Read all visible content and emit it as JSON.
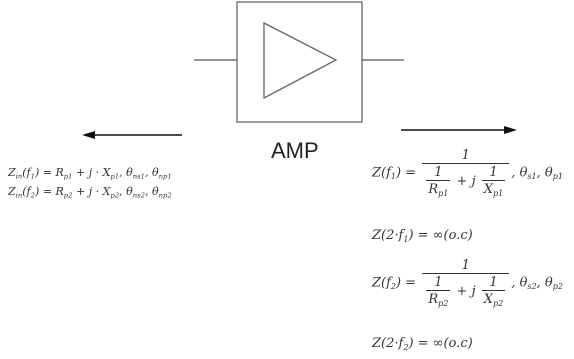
{
  "amp_label": "AMP",
  "left_equations": {
    "line1": {
      "lhs": "Z",
      "lhs_sub": "in",
      "arg": "f",
      "arg_sub": "1",
      "r": "R",
      "r_sub": "p1",
      "x": "X",
      "x_sub": "p1",
      "t1_sub": "ns1",
      "t2_sub": "np1"
    },
    "line2": {
      "lhs": "Z",
      "lhs_sub": "in",
      "arg": "f",
      "arg_sub": "2",
      "r": "R",
      "r_sub": "p2",
      "x": "X",
      "x_sub": "p2",
      "t1_sub": "ns2",
      "t2_sub": "np2"
    }
  },
  "right_equations": {
    "eq1": {
      "arg_sub": "1",
      "r_sub": "p1",
      "x_sub": "p1",
      "t1_sub": "s1",
      "t2_sub": "p1"
    },
    "eq2": {
      "text": "Z(2·f",
      "sub": "1",
      "tail": ") = ∞(o.c)"
    },
    "eq3": {
      "arg_sub": "2",
      "r_sub": "p2",
      "x_sub": "p2",
      "t1_sub": "s2",
      "t2_sub": "p2"
    },
    "eq4": {
      "text": "Z(2·f",
      "sub": "2",
      "tail": ") = ∞(o.c)"
    }
  },
  "symbols": {
    "one": "1",
    "j": "j",
    "theta": "θ",
    "plus": "+",
    "equals": "="
  }
}
